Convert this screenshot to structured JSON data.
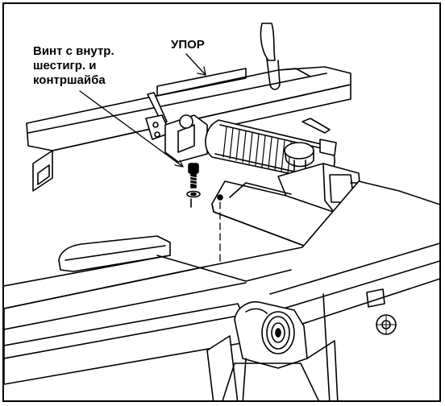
{
  "labels": {
    "fence": "УПОР",
    "screw_line1": "Винт с внутр.",
    "screw_line2": "шестигр. и",
    "screw_line3": "контршайба"
  },
  "colors": {
    "ink": "#000000",
    "paper": "#ffffff"
  }
}
